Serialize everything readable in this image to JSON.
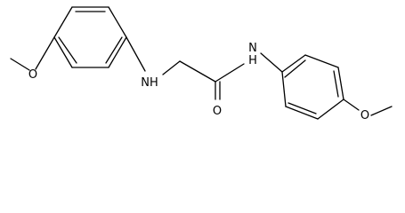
{
  "molecule": {
    "atom_labels": {
      "amine_nh": "NH",
      "amide_n": "N",
      "amide_h": "H",
      "carbonyl_o": "O",
      "ether_o_left": "O",
      "ether_o_right": "O"
    }
  }
}
